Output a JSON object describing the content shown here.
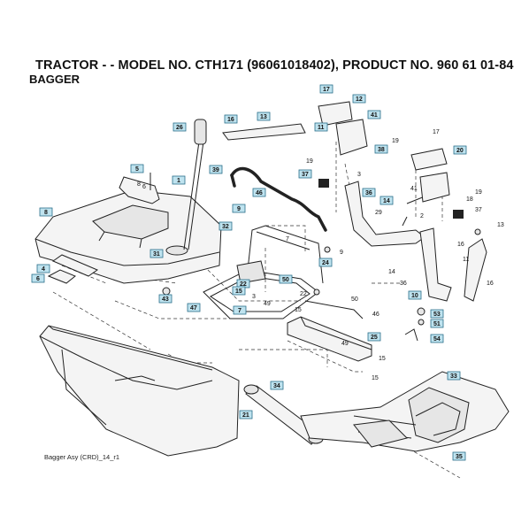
{
  "title": "TRACTOR - - MODEL NO. CTH171 (96061018402), PRODUCT NO. 960 61 01-84",
  "subtitle": "BAGGER",
  "caption": "Bagger Asy (CRD)_14_r1",
  "boxed_labels": [
    "17",
    "12",
    "41",
    "16",
    "26",
    "13",
    "11",
    "38",
    "20",
    "5",
    "39",
    "1",
    "37",
    "36",
    "8",
    "9",
    "46",
    "14",
    "32",
    "31",
    "24",
    "4",
    "6",
    "50",
    "43",
    "22",
    "15",
    "47",
    "7",
    "53",
    "51",
    "25",
    "54",
    "10",
    "34",
    "33",
    "21",
    "35"
  ],
  "plain_labels": [
    "19",
    "17",
    "6",
    "19",
    "3",
    "41",
    "19",
    "18",
    "29",
    "2",
    "37",
    "7",
    "9",
    "13",
    "16",
    "11",
    "36",
    "14",
    "16",
    "22",
    "3",
    "15",
    "49",
    "50",
    "46",
    "49",
    "15",
    "15",
    "8"
  ]
}
